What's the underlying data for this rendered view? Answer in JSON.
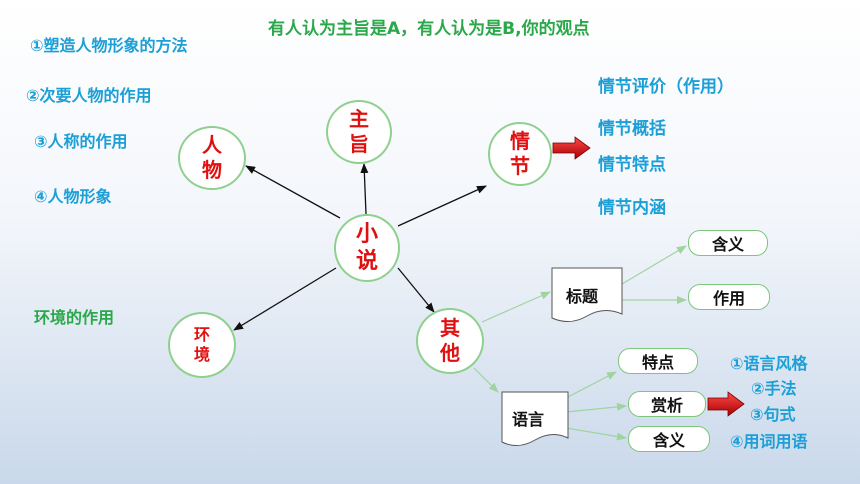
{
  "heading": "有人认为主旨是A，有人认为是B,你的观点",
  "person_notes": [
    "①塑造人物形象的方法",
    "②次要人物的作用",
    "③人称的作用",
    "④人物形象"
  ],
  "environment_note": "环境的作用",
  "nodes": {
    "center_line1": "小",
    "center_line2": "说",
    "person_line1": "人",
    "person_line2": "物",
    "theme_line1": "主",
    "theme_line2": "旨",
    "plot_line1": "情",
    "plot_line2": "节",
    "environment_line1": "环",
    "environment_line2": "境",
    "other_line1": "其",
    "other_line2": "他"
  },
  "plot_items": [
    "情节评价（作用）",
    "情节概括",
    "情节特点",
    "情节内涵"
  ],
  "title_box": {
    "label": "标题",
    "items": [
      "含义",
      "作用"
    ]
  },
  "language_box": {
    "label": "语言",
    "items": [
      "特点",
      "赏析",
      "含义"
    ]
  },
  "appreciation_items": [
    "①语言风格",
    "②手法",
    "③句式",
    "④用词用语"
  ],
  "colors": {
    "title_green": "#2aa84a",
    "note_blue": "#1b9fd6",
    "node_red": "#e01010",
    "arrow_red": "#cc0000"
  }
}
